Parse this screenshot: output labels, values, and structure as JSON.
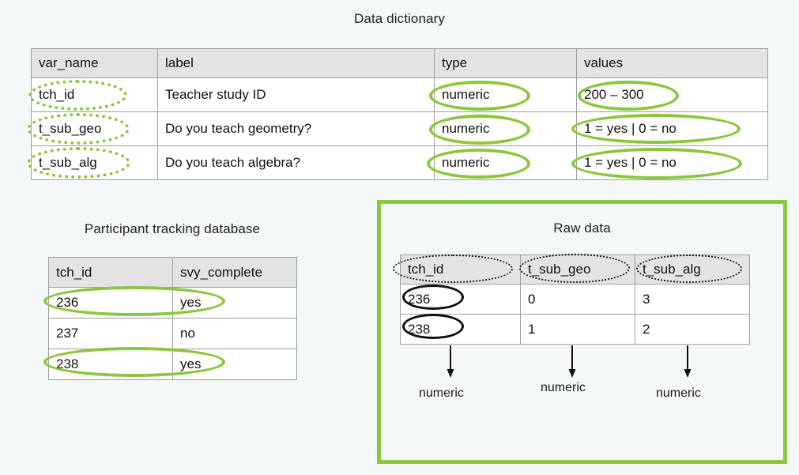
{
  "page": {
    "background_color": "#f5f8f9",
    "accent_green": "#8cc63f",
    "header_fill": "#e3e3e3",
    "grid_line": "#9d9d9d"
  },
  "dictionary": {
    "title": "Data dictionary",
    "columns": [
      "var_name",
      "label",
      "type",
      "values"
    ],
    "rows": [
      {
        "var_name": "tch_id",
        "label": "Teacher study ID",
        "type": "numeric",
        "values": "200 – 300"
      },
      {
        "var_name": "t_sub_geo",
        "label": "Do you teach geometry?",
        "type": "numeric",
        "values": "1 = yes | 0 = no"
      },
      {
        "var_name": "t_sub_alg",
        "label": "Do you teach algebra?",
        "type": "numeric",
        "values": "1 = yes | 0 = no"
      }
    ]
  },
  "participant": {
    "title": "Participant tracking database",
    "columns": [
      "tch_id",
      "svy_complete"
    ],
    "rows": [
      {
        "tch_id": "236",
        "svy_complete": "yes"
      },
      {
        "tch_id": "237",
        "svy_complete": "no"
      },
      {
        "tch_id": "238",
        "svy_complete": "yes"
      }
    ]
  },
  "rawdata": {
    "title": "Raw data",
    "columns": [
      "tch_id",
      "t_sub_geo",
      "t_sub_alg"
    ],
    "rows": [
      {
        "tch_id": "236",
        "t_sub_geo": "0",
        "t_sub_alg": "3"
      },
      {
        "tch_id": "238",
        "t_sub_geo": "1",
        "t_sub_alg": "2"
      }
    ],
    "type_captions": [
      "numeric",
      "numeric",
      "numeric"
    ]
  },
  "annotations": {
    "dotted_green_varnames": [
      "tch_id",
      "t_sub_geo",
      "t_sub_alg"
    ],
    "solid_green_types": [
      "numeric",
      "numeric",
      "numeric"
    ],
    "solid_green_values": [
      "200 – 300",
      "1 = yes | 0 = no",
      "1 = yes | 0 = no"
    ],
    "solid_green_participant_rows": [
      "236 yes",
      "238 yes"
    ],
    "dotted_black_raw_headers": [
      "tch_id",
      "t_sub_geo",
      "t_sub_alg"
    ],
    "solid_black_raw_ids": [
      "236",
      "238"
    ]
  }
}
